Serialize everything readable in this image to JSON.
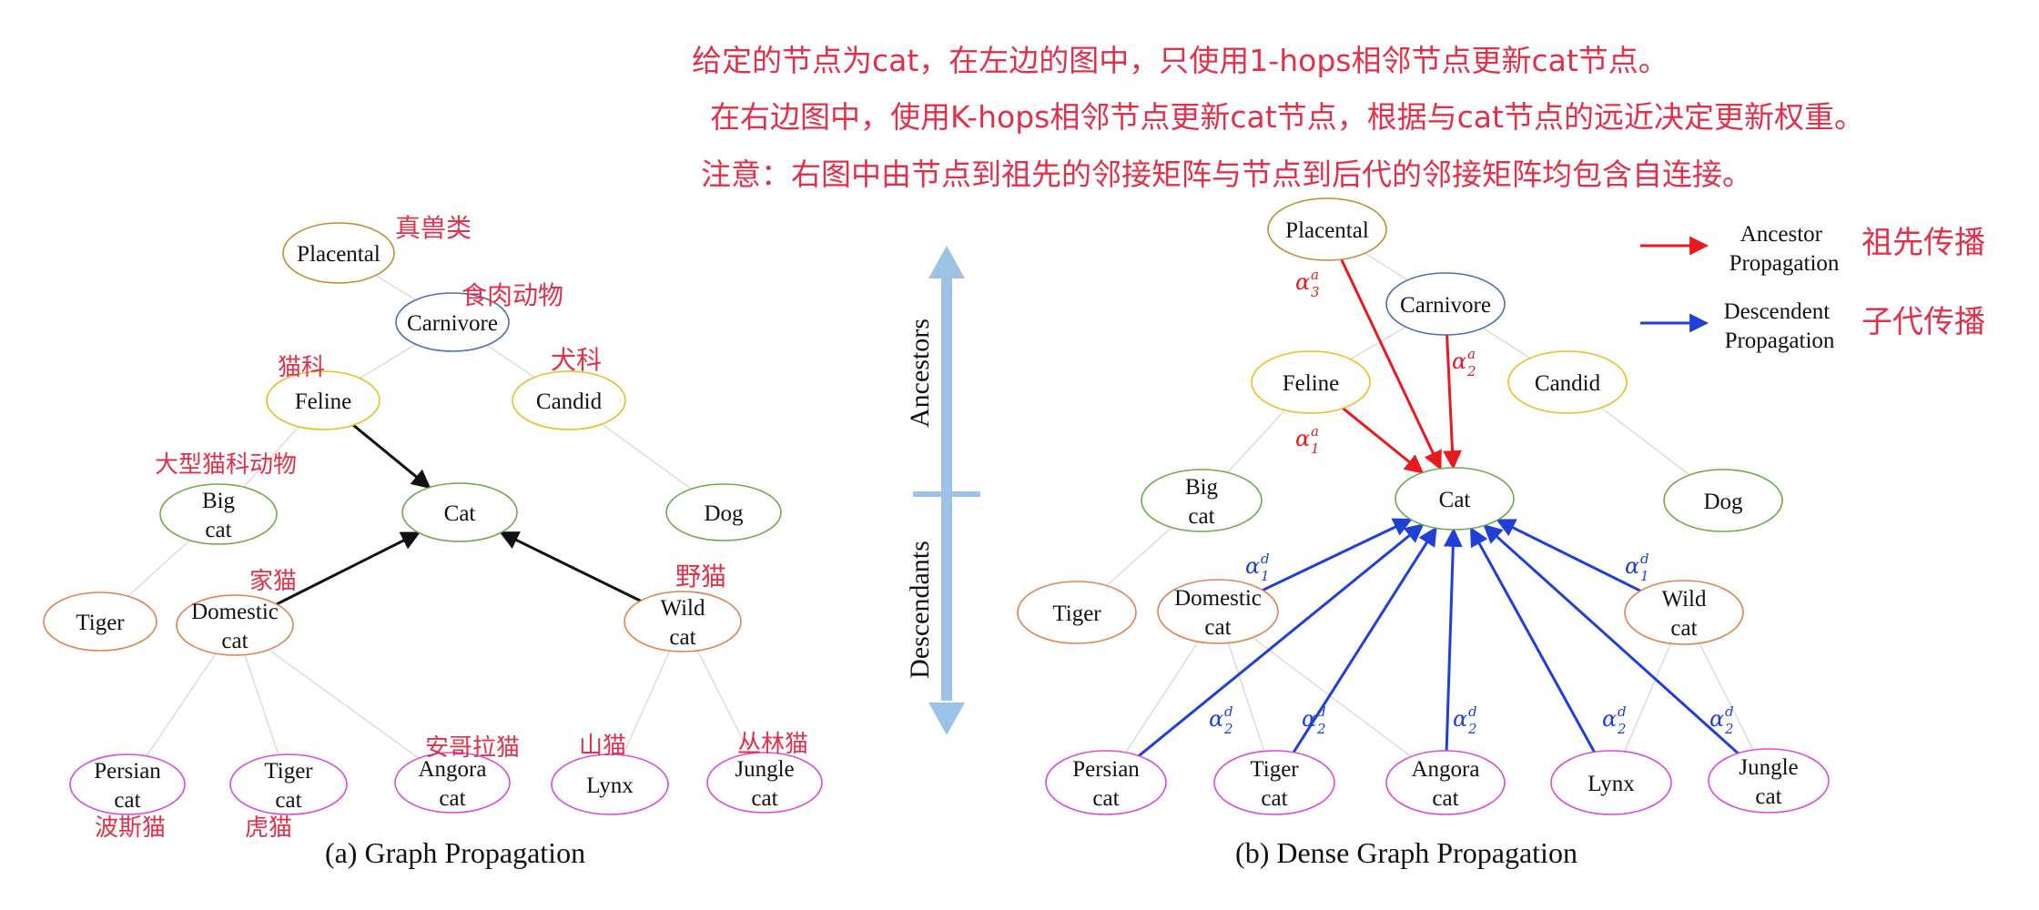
{
  "colors": {
    "ancestor_arrow": "#e8191f",
    "descendant_arrow": "#1f3fd6",
    "neutral_arrow": "#111111",
    "light_edge": "#d7d7d7",
    "axis": "#9cc3e6",
    "handwriting": "#e0314b",
    "level0": "#b8922e",
    "level1": "#4a6fb5",
    "level2": "#e4c02a",
    "level3": "#6fa84f",
    "level4": "#dd8450",
    "level5": "#d94bd8"
  },
  "annotation_lines": [
    "给定的节点为cat，在左边的图中，只使用1-hops相邻节点更新cat节点。",
    "在右边图中，使用K-hops相邻节点更新cat节点，根据与cat节点的远近决定更新权重。",
    "注意：右图中由节点到祖先的邻接矩阵与节点到后代的邻接矩阵均包含自连接。"
  ],
  "left_panel": {
    "caption": "(a) Graph Propagation",
    "nodes": {
      "placental": {
        "lines": [
          "Placental"
        ],
        "level": "level0",
        "note": "真兽类"
      },
      "carnivore": {
        "lines": [
          "Carnivore"
        ],
        "level": "level1",
        "note": "食肉动物"
      },
      "feline": {
        "lines": [
          "Feline"
        ],
        "level": "level2",
        "note": "猫科"
      },
      "candid": {
        "lines": [
          "Candid"
        ],
        "level": "level2",
        "note": "犬科"
      },
      "big_cat": {
        "lines": [
          "Big",
          "cat"
        ],
        "level": "level3",
        "note": "大型猫科动物"
      },
      "cat": {
        "lines": [
          "Cat"
        ],
        "level": "level3",
        "note": ""
      },
      "dog": {
        "lines": [
          "Dog"
        ],
        "level": "level3",
        "note": ""
      },
      "tiger": {
        "lines": [
          "Tiger"
        ],
        "level": "level4",
        "note": ""
      },
      "domestic_cat": {
        "lines": [
          "Domestic",
          "cat"
        ],
        "level": "level4",
        "note": "家猫"
      },
      "wild_cat": {
        "lines": [
          "Wild",
          "cat"
        ],
        "level": "level4",
        "note": "野猫"
      },
      "persian_cat": {
        "lines": [
          "Persian",
          "cat"
        ],
        "level": "level5",
        "note": "波斯猫"
      },
      "tiger_cat": {
        "lines": [
          "Tiger",
          "cat"
        ],
        "level": "level5",
        "note": "虎猫"
      },
      "angora_cat": {
        "lines": [
          "Angora",
          "cat"
        ],
        "level": "level5",
        "note": "安哥拉猫"
      },
      "lynx": {
        "lines": [
          "Lynx"
        ],
        "level": "level5",
        "note": "山猫"
      },
      "jungle_cat": {
        "lines": [
          "Jungle",
          "cat"
        ],
        "level": "level5",
        "note": "丛林猫"
      }
    }
  },
  "axis": {
    "top_label": "Ancestors",
    "bottom_label": "Descendants"
  },
  "right_panel": {
    "caption": "(b) Dense Graph Propagation",
    "nodes": {
      "placental": {
        "lines": [
          "Placental"
        ],
        "level": "level0"
      },
      "carnivore": {
        "lines": [
          "Carnivore"
        ],
        "level": "level1"
      },
      "feline": {
        "lines": [
          "Feline"
        ],
        "level": "level2"
      },
      "candid": {
        "lines": [
          "Candid"
        ],
        "level": "level2"
      },
      "big_cat": {
        "lines": [
          "Big",
          "cat"
        ],
        "level": "level3"
      },
      "cat": {
        "lines": [
          "Cat"
        ],
        "level": "level3"
      },
      "dog": {
        "lines": [
          "Dog"
        ],
        "level": "level3"
      },
      "tiger": {
        "lines": [
          "Tiger"
        ],
        "level": "level4"
      },
      "domestic_cat": {
        "lines": [
          "Domestic",
          "cat"
        ],
        "level": "level4"
      },
      "wild_cat": {
        "lines": [
          "Wild",
          "cat"
        ],
        "level": "level4"
      },
      "persian_cat": {
        "lines": [
          "Persian",
          "cat"
        ],
        "level": "level5"
      },
      "tiger_cat": {
        "lines": [
          "Tiger",
          "cat"
        ],
        "level": "level5"
      },
      "angora_cat": {
        "lines": [
          "Angora",
          "cat"
        ],
        "level": "level5"
      },
      "lynx": {
        "lines": [
          "Lynx"
        ],
        "level": "level5"
      },
      "jungle_cat": {
        "lines": [
          "Jungle",
          "cat"
        ],
        "level": "level5"
      }
    },
    "ancestor_weights": [
      {
        "from": "placental",
        "symbol": "α",
        "sup": "a",
        "sub": "3"
      },
      {
        "from": "carnivore",
        "symbol": "α",
        "sup": "a",
        "sub": "2"
      },
      {
        "from": "feline",
        "symbol": "α",
        "sup": "a",
        "sub": "1"
      }
    ],
    "descendant_weights": [
      {
        "from": "domestic_cat",
        "symbol": "α",
        "sup": "d",
        "sub": "1"
      },
      {
        "from": "wild_cat",
        "symbol": "α",
        "sup": "d",
        "sub": "1"
      },
      {
        "from": "persian_cat",
        "symbol": "α",
        "sup": "d",
        "sub": "2"
      },
      {
        "from": "tiger_cat",
        "symbol": "α",
        "sup": "d",
        "sub": "2"
      },
      {
        "from": "angora_cat",
        "symbol": "α",
        "sup": "d",
        "sub": "2"
      },
      {
        "from": "lynx",
        "symbol": "α",
        "sup": "d",
        "sub": "2"
      },
      {
        "from": "jungle_cat",
        "symbol": "α",
        "sup": "d",
        "sub": "2"
      }
    ]
  },
  "legend": {
    "ancestor": {
      "lines": [
        "Ancestor",
        "Propagation"
      ],
      "note": "祖先传播"
    },
    "descendant": {
      "lines": [
        "Descendent",
        "Propagation"
      ],
      "note": "子代传播"
    }
  }
}
